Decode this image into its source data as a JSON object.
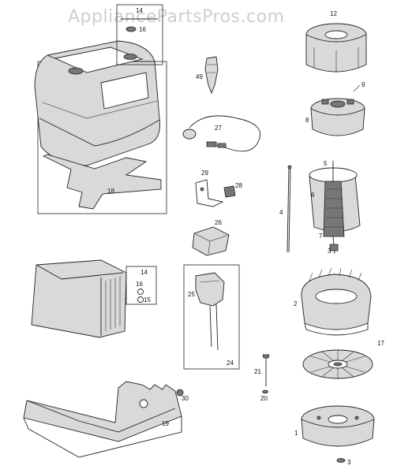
{
  "watermark": "AppliancePartsPros.com",
  "callouts": {
    "p1": "1",
    "p2": "2",
    "p3a": "3",
    "p3b": "3",
    "p4": "4",
    "p5": "5",
    "p6": "6",
    "p7": "7",
    "p8": "8",
    "p9": "9",
    "p12": "12",
    "p14a": "14",
    "p14b": "14",
    "p15": "15",
    "p16a": "16",
    "p16b": "16",
    "p17": "17",
    "p18": "18",
    "p19": "19",
    "p20": "20",
    "p21": "21",
    "p24": "24",
    "p25": "25",
    "p26": "26",
    "p27": "27",
    "p28": "28",
    "p29": "29",
    "p30": "30",
    "p49": "49"
  }
}
